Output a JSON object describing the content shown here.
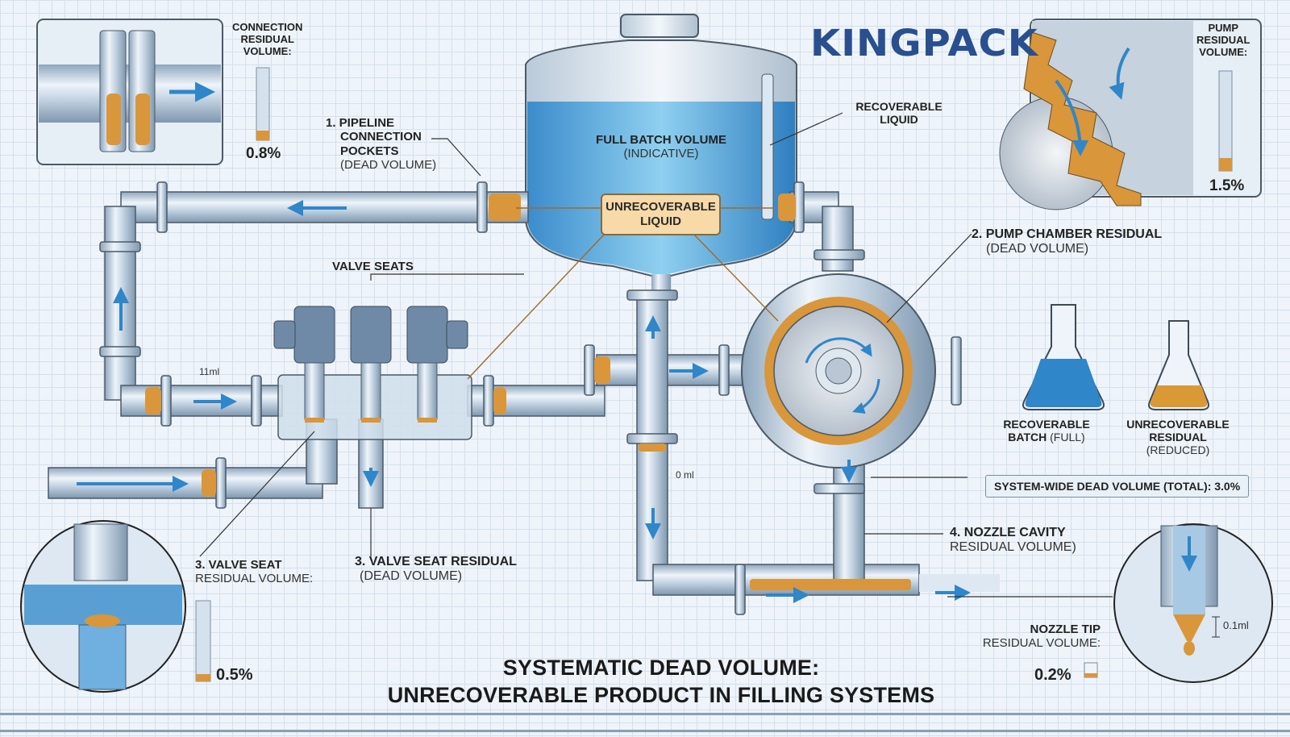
{
  "brand": {
    "logo_text": "KINGPACK",
    "logo_color": "#2a4f8e"
  },
  "title": {
    "line1": "SYSTEMATIC DEAD VOLUME:",
    "line2": "UNRECOVERABLE PRODUCT IN FILLING SYSTEMS"
  },
  "tank": {
    "label_main": "FULL BATCH VOLUME",
    "label_sub": "(INDICATIVE)",
    "unrecoverable_callout": "UNRECOVERABLE LIQUID",
    "recoverable_label": "RECOVERABLE LIQUID"
  },
  "callouts": {
    "pipeline": {
      "line1": "1. PIPELINE",
      "line2": "CONNECTION",
      "line3": "POCKETS",
      "sub": "(DEAD VOLUME)"
    },
    "pump": {
      "title": "2. PUMP CHAMBER RESIDUAL",
      "sub": "(DEAD VOLUME)"
    },
    "valve_seats": {
      "title": "VALVE SEATS"
    },
    "valve_seat_residual": {
      "title": "3. VALVE SEAT RESIDUAL",
      "sub": "(DEAD VOLUME)"
    },
    "nozzle_cavity": {
      "title": "4. NOZZLE CAVITY",
      "sub": "RESIDUAL VOLUME)"
    }
  },
  "insets": {
    "connection": {
      "label1": "CONNECTION",
      "label2": "RESIDUAL",
      "label3": "VOLUME:",
      "value": "0.8%",
      "fraction": 0.08
    },
    "pump": {
      "label1": "PUMP",
      "label2": "RESIDUAL",
      "label3": "VOLUME:",
      "value": "1.5%",
      "fraction": 0.12
    },
    "valve_seat": {
      "label1": "3. VALVE SEAT",
      "label2": "RESIDUAL VOLUME:",
      "value": "0.5%",
      "fraction": 0.06
    },
    "nozzle_tip": {
      "label1": "NOZZLE TIP",
      "label2": "RESIDUAL VOLUME:",
      "value": "0.2%",
      "dimension": "0.1ml"
    }
  },
  "measurements": {
    "pipe_ml": "11ml",
    "column_ml": "0 ml"
  },
  "flasks": {
    "recoverable": {
      "line1": "RECOVERABLE",
      "line2": "BATCH",
      "line2_sub": "(FULL)",
      "color": "#2f86c8"
    },
    "unrecoverable": {
      "line1": "UNRECOVERABLE",
      "line2": "RESIDUAL",
      "line3": "(REDUCED)",
      "color": "#d99a35"
    }
  },
  "total": {
    "label": "SYSTEM-WIDE DEAD VOLUME (TOTAL): 3.0%"
  },
  "colors": {
    "liquid_blue": "#3d8fd0",
    "residue_orange": "#d9963a",
    "steel": "#b9c9d8",
    "outline": "#3a4a5a"
  }
}
